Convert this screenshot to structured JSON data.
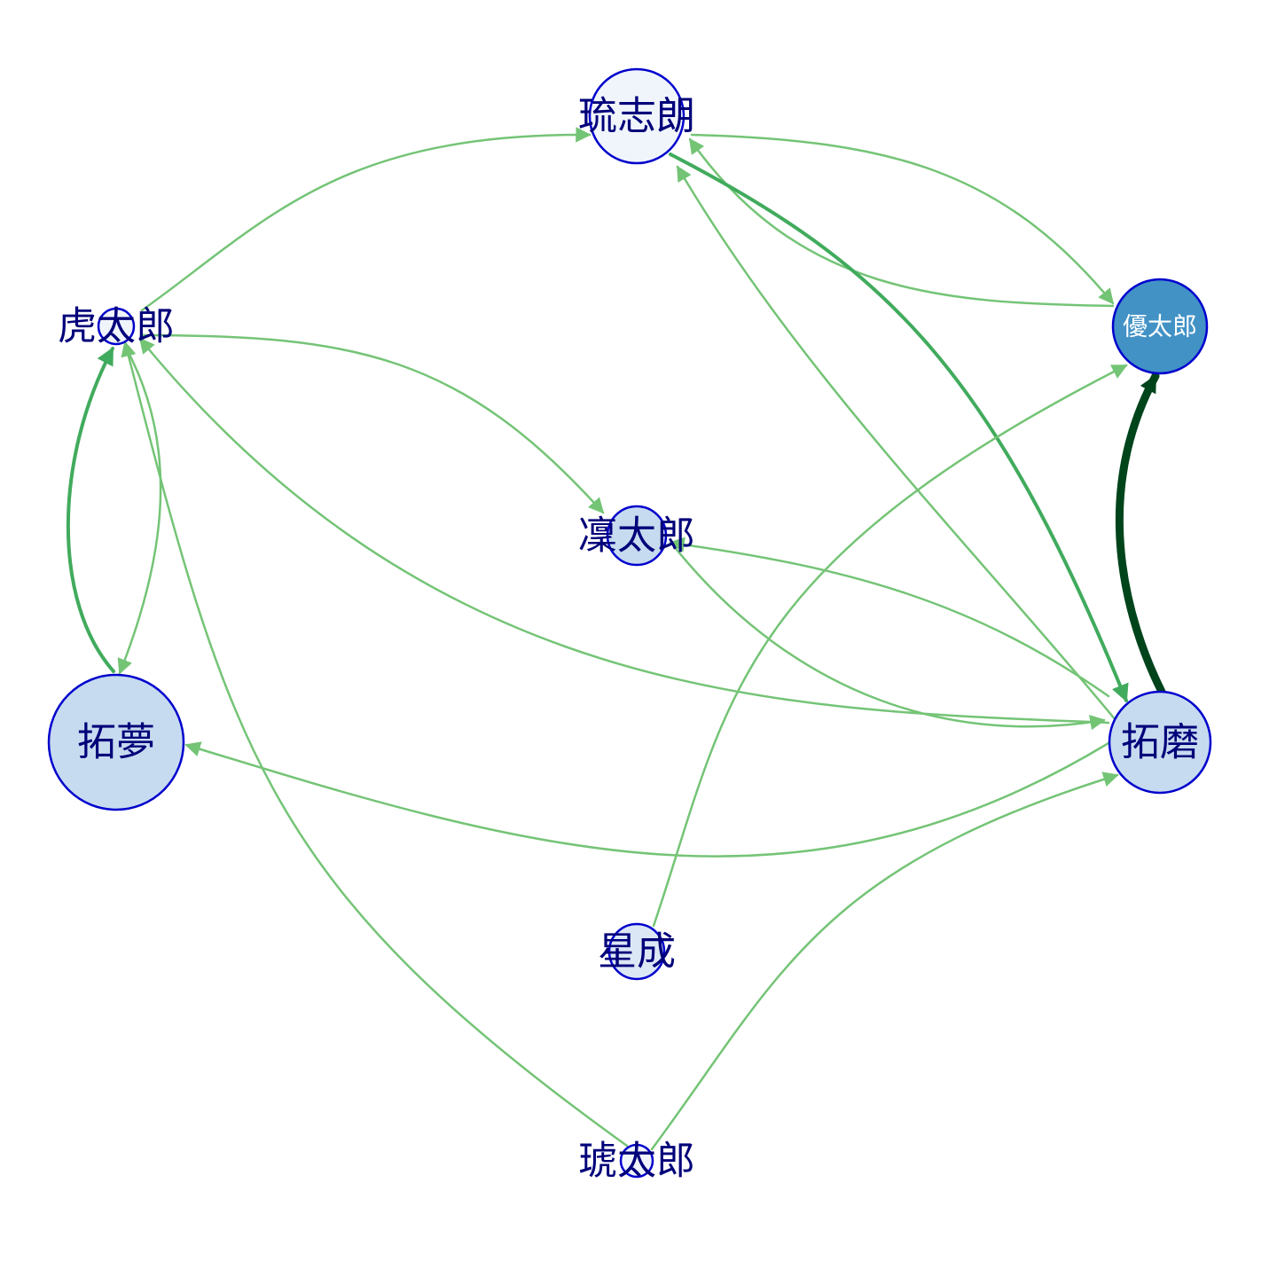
{
  "graph": {
    "directed": true,
    "nodes": [
      {
        "id": "n_ryushiro",
        "label": "琉志朗",
        "fill": "#f0f5fc",
        "weight": 1
      },
      {
        "id": "n_yutaro",
        "label": "優太郎",
        "fill": "#4292c6",
        "weight": 3,
        "label_color": "#ffffff"
      },
      {
        "id": "n_kotaro",
        "label": "虎太郎",
        "fill": "#f0f5fc",
        "weight": 0
      },
      {
        "id": "n_rintaro",
        "label": "凜太郎",
        "fill": "#c6dbef",
        "weight": 2
      },
      {
        "id": "n_takumu",
        "label": "拓夢",
        "fill": "#c6dbef",
        "weight": 2
      },
      {
        "id": "n_takuma",
        "label": "拓磨",
        "fill": "#c6dbef",
        "weight": 2
      },
      {
        "id": "n_seina",
        "label": "星成",
        "fill": "#dbe7f5",
        "weight": 1
      },
      {
        "id": "n_kotaro2",
        "label": "琥太郎",
        "fill": "#f0f5fc",
        "weight": 0
      }
    ],
    "edges": [
      {
        "from": "n_kotaro",
        "to": "n_ryushiro",
        "weight": 1
      },
      {
        "from": "n_ryushiro",
        "to": "n_yutaro",
        "weight": 1
      },
      {
        "from": "n_yutaro",
        "to": "n_ryushiro",
        "weight": 1
      },
      {
        "from": "n_ryushiro",
        "to": "n_takuma",
        "weight": 2
      },
      {
        "from": "n_takuma",
        "to": "n_ryushiro",
        "weight": 1
      },
      {
        "from": "n_takuma",
        "to": "n_yutaro",
        "weight": 4
      },
      {
        "from": "n_kotaro",
        "to": "n_rintaro",
        "weight": 1
      },
      {
        "from": "n_takuma",
        "to": "n_kotaro",
        "weight": 1
      },
      {
        "from": "n_takumu",
        "to": "n_kotaro",
        "weight": 2
      },
      {
        "from": "n_kotaro",
        "to": "n_takumu",
        "weight": 1
      },
      {
        "from": "n_takuma",
        "to": "n_rintaro",
        "weight": 1
      },
      {
        "from": "n_rintaro",
        "to": "n_takuma",
        "weight": 1
      },
      {
        "from": "n_takuma",
        "to": "n_takumu",
        "weight": 1
      },
      {
        "from": "n_seina",
        "to": "n_yutaro",
        "weight": 1
      },
      {
        "from": "n_kotaro2",
        "to": "n_kotaro",
        "weight": 1
      },
      {
        "from": "n_kotaro2",
        "to": "n_takuma",
        "weight": 1
      }
    ],
    "colors": {
      "edge_light": "#74c476",
      "edge_medium": "#41ab5d",
      "edge_dark": "#00441b",
      "node_stroke": "#0000cd",
      "label": "#00007a"
    }
  }
}
